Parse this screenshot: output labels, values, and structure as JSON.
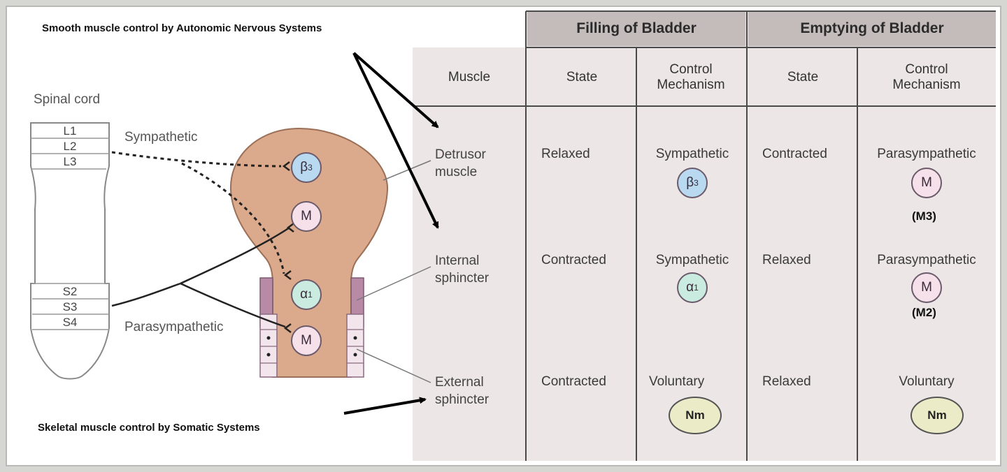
{
  "annotations": {
    "top": "Smooth muscle control by Autonomic Nervous Systems",
    "bottom": "Skeletal muscle control by Somatic Systems"
  },
  "diagram": {
    "spinal_cord_label": "Spinal cord",
    "segments_upper": [
      "L1",
      "L2",
      "L3"
    ],
    "segments_lower": [
      "S2",
      "S3",
      "S4"
    ],
    "sympathetic_label": "Sympathetic",
    "parasympathetic_label": "Parasympathetic",
    "receptors": {
      "beta3": "β",
      "beta3_sub": "3",
      "m": "M",
      "alpha1": "α",
      "alpha1_sub": "1"
    },
    "muscles": [
      "Detrusor\nmuscle",
      "Internal\nsphincter",
      "External\nsphincter"
    ]
  },
  "table": {
    "group_headers": [
      "Filling of Bladder",
      "Emptying of Bladder"
    ],
    "muscle_header": "Muscle",
    "sub_headers": [
      "State",
      "Control\nMechanism",
      "State",
      "Control\nMechanism"
    ],
    "rows": [
      {
        "fill_state": "Relaxed",
        "fill_control": "Sympathetic",
        "fill_receptor": "β",
        "fill_receptor_sub": "3",
        "empty_state": "Contracted",
        "empty_control": "Parasympathetic",
        "empty_receptor": "M",
        "empty_note": "(M3)"
      },
      {
        "fill_state": "Contracted",
        "fill_control": "Sympathetic",
        "fill_receptor": "α",
        "fill_receptor_sub": "1",
        "empty_state": "Relaxed",
        "empty_control": "Parasympathetic",
        "empty_receptor": "M",
        "empty_note": "(M2)"
      },
      {
        "fill_state": "Contracted",
        "fill_control": "Voluntary",
        "fill_receptor": "Nm",
        "empty_state": "Relaxed",
        "empty_control": "Voluntary",
        "empty_receptor": "Nm"
      }
    ]
  },
  "colors": {
    "header_bg": "#c4bcbb",
    "table_bg": "#ede6e6",
    "bladder": "#dba98c",
    "sphincter": "#b88aa6",
    "beta3": "#b9d9f1",
    "alpha1": "#c9ebe0",
    "m_receptor": "#f6e1ea",
    "nm_receptor": "#ecebc8"
  }
}
